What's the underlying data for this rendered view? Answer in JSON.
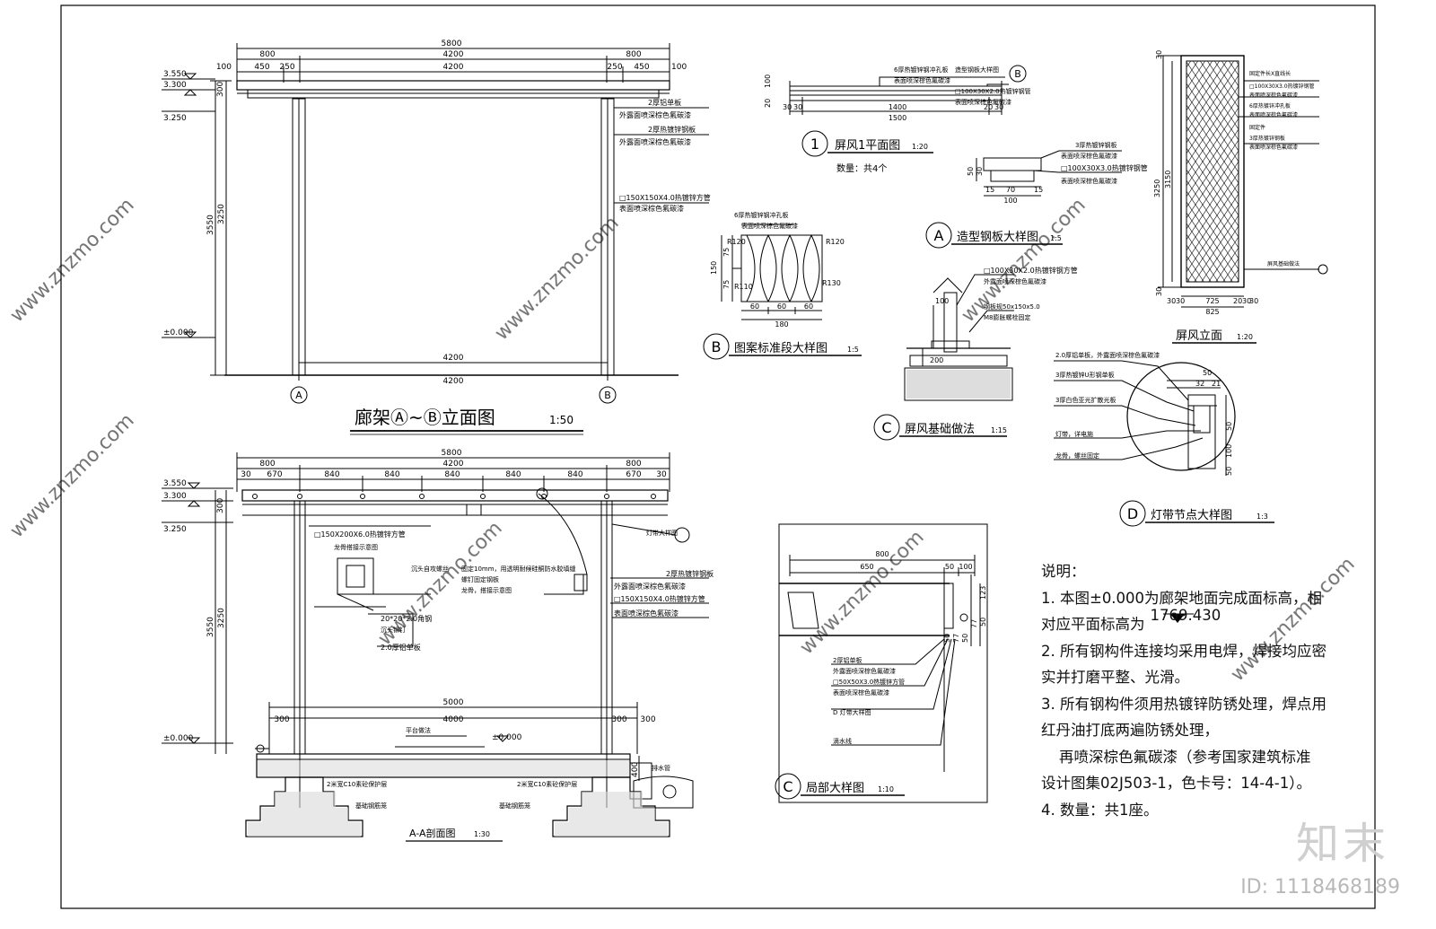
{
  "drawings": {
    "elevation": {
      "title": "廊架Ⓐ~Ⓑ立面图",
      "scale": "1:50",
      "dims_top": [
        "5800",
        "800",
        "4200",
        "800",
        "4200",
        "450",
        "250",
        "250",
        "450",
        "100",
        "100"
      ],
      "levels": [
        "3.550",
        "3.300",
        "3.250",
        "±0.000"
      ],
      "vert_dims": [
        "300",
        "3550",
        "3250"
      ],
      "bottom_dims": [
        "4200",
        "4200"
      ],
      "axes": [
        "A",
        "B"
      ],
      "notes": [
        "2厚铝单板",
        "外露面喷深棕色氟碳漆",
        "2厚热镀锌钢板",
        "外露面喷深棕色氟碳漆",
        "□150X150X4.0热镀锌方管",
        "表面喷深棕色氟碳漆"
      ]
    },
    "section": {
      "title": "A-A剖面图",
      "scale": "1:30",
      "dims_top": [
        "5800",
        "800",
        "4200",
        "800",
        "30",
        "670",
        "840",
        "840",
        "840",
        "840",
        "840",
        "670",
        "30"
      ],
      "levels": [
        "3.550",
        "3.300",
        "3.250",
        "±0.000",
        "±0.000"
      ],
      "vert_dims": [
        "300",
        "3550",
        "3250",
        "400"
      ],
      "base_dims": [
        "5000",
        "300",
        "4000",
        "300",
        "300"
      ],
      "notes": [
        "□150X200X6.0热镀锌方管",
        "龙骨搭接示意图",
        "沉头自攻螺丝",
        "固定10mm，用透明耐候硅酮防水胶填缝",
        "螺钉固定钢板",
        "龙骨，搭接示意图",
        "20*20*2.0角钢",
        "沉头铆钉",
        "2.0厚铝单板",
        "2厚热镀锌钢板",
        "外露面喷深棕色氟碳漆",
        "□150X150X4.0热镀锌方管",
        "表面喷深棕色氟碳漆",
        "平台做法",
        "2米宽C10素砼保护层",
        "2米宽C10素砼保护层",
        "基础钢筋笼",
        "基础钢筋笼",
        "排水管",
        "灯带大样图"
      ]
    },
    "screen_plan": {
      "title": "屏风1平面图",
      "scale": "1:20",
      "qty": "数量：共4个",
      "dims": [
        "100",
        "20",
        "30",
        "30",
        "1400",
        "20",
        "30",
        "1500"
      ],
      "notes": [
        "6厚热镀锌钢冲孔板",
        "表面喷深棕色氟碳漆",
        "造型钢板大样图",
        "□100X30X2.0热镀锌钢管",
        "表面喷深棕色氟碳漆"
      ]
    },
    "detail_A": {
      "title": "造型钢板大样图",
      "scale": "1:5",
      "dims": [
        "50",
        "30",
        "15",
        "70",
        "15",
        "100"
      ],
      "notes": [
        "3厚热镀锌钢板",
        "表面喷深棕色氟碳漆",
        "□100X30X3.0热镀锌钢管",
        "表面喷深棕色氟碳漆"
      ]
    },
    "detail_B": {
      "title": "图案标准段大样图",
      "scale": "1:5",
      "dims": [
        "150",
        "75",
        "75",
        "60",
        "60",
        "60",
        "180"
      ],
      "radii": [
        "R120",
        "R120",
        "R110",
        "R130"
      ],
      "notes": [
        "6厚热镀锌钢冲孔板",
        "表面喷深棕色氟碳漆"
      ]
    },
    "detail_C_found": {
      "title": "屏风基础做法",
      "scale": "1:15",
      "dims": [
        "100",
        "200"
      ],
      "notes": [
        "□100X30X2.0热镀锌钢方管",
        "外露面喷深棕色氟碳漆",
        "钢板规50x150x5.0",
        "M8膨胀螺栓固定"
      ]
    },
    "screen_elev": {
      "title": "屏风立面",
      "scale": "1:20",
      "dims": [
        "3250",
        "3150",
        "30",
        "30",
        "30",
        "725",
        "20",
        "30",
        "825",
        "30",
        "30"
      ],
      "notes": [
        "固定件长X直线长",
        "□100X30X3.0热镀锌钢管",
        "表面喷深棕色氟碳漆",
        "6厚热镀锌冲孔板",
        "表面喷深棕色氟碳漆",
        "固定件",
        "3厚热镀锌钢板",
        "表面喷深棕色氟碳漆",
        "屏风基础做法"
      ]
    },
    "detail_D": {
      "title": "灯带节点大样图",
      "scale": "1:3",
      "dims": [
        "50",
        "32",
        "21",
        "50",
        "100",
        "50"
      ],
      "notes": [
        "2.0厚铝单板，外露面喷深棕色氟碳漆",
        "3厚热镀锌U形钢单板",
        "3厚白色亚光扩散光板",
        "灯带，详电施",
        "龙骨，螺丝固定"
      ]
    },
    "detail_C_local": {
      "title": "局部大样图",
      "scale": "1:10",
      "dims": [
        "800",
        "650",
        "50",
        "100",
        "123",
        "50",
        "77",
        "50",
        "50",
        "77"
      ],
      "notes": [
        "2厚铝单板",
        "外露面喷深棕色氟碳漆",
        "□50X50X3.0热镀锌方管",
        "表面喷深棕色氟碳漆",
        "D 灯带大样图",
        "滴水线"
      ]
    }
  },
  "notes": {
    "heading": "说明：",
    "item1a": "1. 本图±0.000为廊架地面完成面标高，相",
    "item1b": "对应平面标高为",
    "item1c": "1769.430",
    "item2a": "2. 所有钢构件连接均采用电焊，焊接均应密",
    "item2b": "实并打磨平整、光滑。",
    "item3a": "3. 所有钢构件须用热镀锌防锈处理，焊点用",
    "item3b": "红丹油打底两遍防锈处理，",
    "item3c": "再喷深棕色氟碳漆（参考国家建筑标准",
    "item3d": "设计图集02J503-1，色卡号：14-4-1）。",
    "item4": "4. 数量：共1座。"
  },
  "watermark": {
    "brand": "知末",
    "id": "ID: 1118468189",
    "site": "www.znzmo.com"
  }
}
